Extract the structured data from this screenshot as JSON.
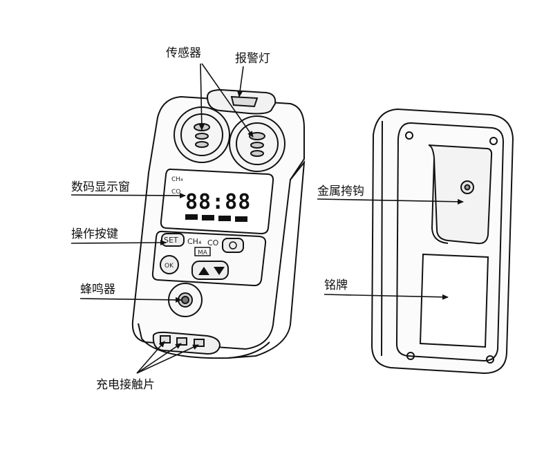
{
  "labels": {
    "sensor": "传感器",
    "alarm_light": "报警灯",
    "display_window": "数码显示窗",
    "keys": "操作按键",
    "buzzer": "蜂鸣器",
    "charging_contacts": "充电接触片",
    "clip": "金属挎钩",
    "nameplate": "铭牌"
  },
  "device": {
    "display_digits": "88:88",
    "indicator_ch4": "CH₄",
    "indicator_co": "CO",
    "key_set": "SET",
    "key_ok": "OK",
    "gas_ch4": "CH₄",
    "gas_co": "CO",
    "ma_badge": "MA"
  }
}
